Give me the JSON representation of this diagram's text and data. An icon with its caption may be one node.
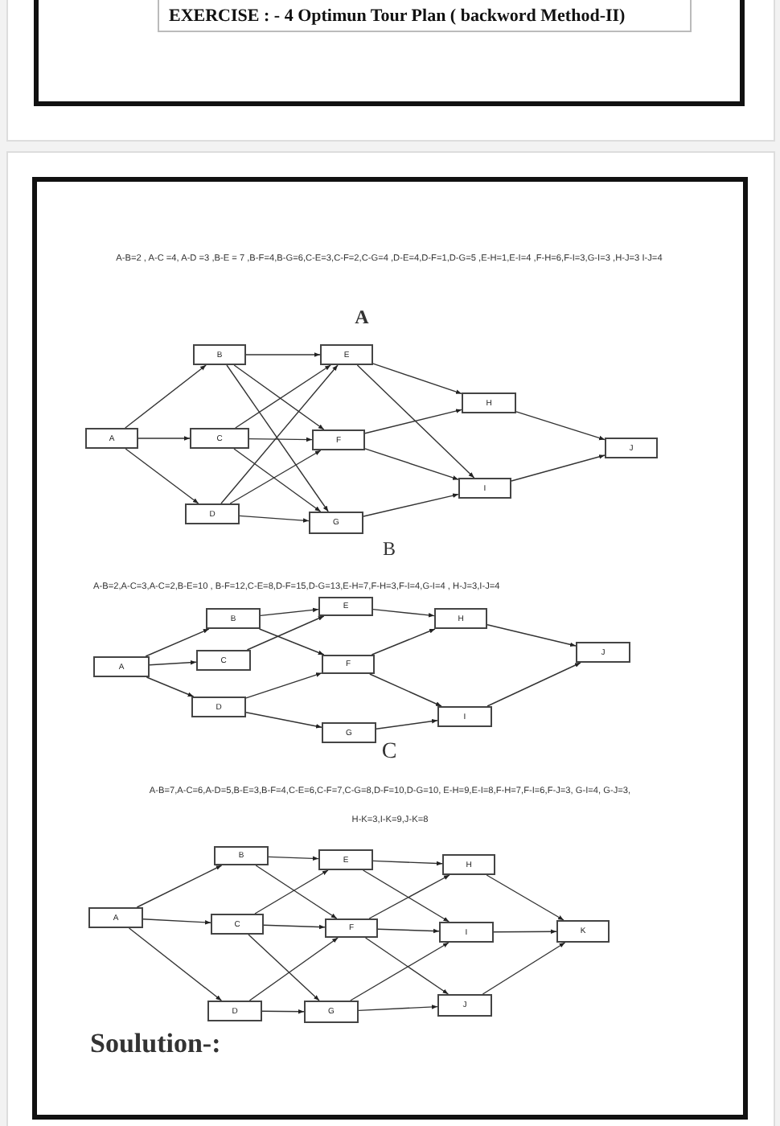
{
  "diagram": {
    "title": "EXERCISE : - 4 Optimun Tour Plan ( backword Method-II)",
    "nodes": [
      {
        "text": [
          "A"
        ]
      },
      {
        "text": [
          "B"
        ]
      },
      {
        "text": [
          "C"
        ]
      },
      {
        "text": [
          "D"
        ]
      },
      {
        "text": [
          "E"
        ]
      },
      {
        "text": [
          "F"
        ]
      },
      {
        "text": [
          "G"
        ]
      },
      {
        "text": [
          "H"
        ]
      },
      {
        "text": [
          "I"
        ]
      },
      {
        "text": [
          "J"
        ]
      },
      {
        "text": [
          "A"
        ]
      },
      {
        "text": [
          "B"
        ]
      },
      {
        "text": [
          "C"
        ]
      },
      {
        "text": [
          "D"
        ]
      },
      {
        "text": [
          "E"
        ]
      },
      {
        "text": [
          "F"
        ]
      },
      {
        "text": [
          "G"
        ]
      },
      {
        "text": [
          "H"
        ]
      },
      {
        "text": [
          "I"
        ]
      },
      {
        "text": [
          "J"
        ]
      },
      {
        "text": [
          "A"
        ]
      },
      {
        "text": [
          "B"
        ]
      },
      {
        "text": [
          "C"
        ]
      },
      {
        "text": [
          "D"
        ]
      },
      {
        "text": [
          "E"
        ]
      },
      {
        "text": [
          "F"
        ]
      },
      {
        "text": [
          "G"
        ]
      },
      {
        "text": [
          "H"
        ]
      },
      {
        "text": [
          "I"
        ]
      },
      {
        "text": [
          "J"
        ]
      },
      {
        "text": [
          "K"
        ]
      }
    ],
    "edges": [
      {
        "from": 0,
        "to": 1,
        "arrow": "to"
      },
      {
        "from": 0,
        "to": 2,
        "arrow": "to"
      },
      {
        "from": 0,
        "to": 3,
        "arrow": "to"
      },
      {
        "from": 1,
        "to": 4,
        "arrow": "to"
      },
      {
        "from": 1,
        "to": 5,
        "arrow": "to"
      },
      {
        "from": 1,
        "to": 6,
        "arrow": "to"
      },
      {
        "from": 2,
        "to": 4,
        "arrow": "to"
      },
      {
        "from": 2,
        "to": 5,
        "arrow": "to"
      },
      {
        "from": 2,
        "to": 6,
        "arrow": "to"
      },
      {
        "from": 3,
        "to": 4,
        "arrow": "to"
      },
      {
        "from": 3,
        "to": 5,
        "arrow": "to"
      },
      {
        "from": 3,
        "to": 6,
        "arrow": "to"
      },
      {
        "from": 4,
        "to": 7,
        "arrow": "to"
      },
      {
        "from": 4,
        "to": 8,
        "arrow": "to"
      },
      {
        "from": 5,
        "to": 7,
        "arrow": "to"
      },
      {
        "from": 5,
        "to": 8,
        "arrow": "to"
      },
      {
        "from": 6,
        "to": 8,
        "arrow": "to"
      },
      {
        "from": 7,
        "to": 9,
        "arrow": "to"
      },
      {
        "from": 8,
        "to": 9,
        "arrow": "to"
      },
      {
        "from": 10,
        "to": 11,
        "arrow": "to"
      },
      {
        "from": 10,
        "to": 12,
        "arrow": "to"
      },
      {
        "from": 10,
        "to": 13,
        "arrow": "to"
      },
      {
        "from": 11,
        "to": 14,
        "arrow": "to"
      },
      {
        "from": 11,
        "to": 15,
        "arrow": "to"
      },
      {
        "from": 12,
        "to": 14,
        "arrow": "to"
      },
      {
        "from": 13,
        "to": 15,
        "arrow": "to"
      },
      {
        "from": 13,
        "to": 16,
        "arrow": "to"
      },
      {
        "from": 14,
        "to": 17,
        "arrow": "to"
      },
      {
        "from": 15,
        "to": 17,
        "arrow": "to"
      },
      {
        "from": 15,
        "to": 18,
        "arrow": "to"
      },
      {
        "from": 16,
        "to": 18,
        "arrow": "to"
      },
      {
        "from": 17,
        "to": 19,
        "arrow": "to"
      },
      {
        "from": 18,
        "to": 19,
        "arrow": "to"
      },
      {
        "from": 20,
        "to": 21,
        "arrow": "to"
      },
      {
        "from": 20,
        "to": 22,
        "arrow": "to"
      },
      {
        "from": 20,
        "to": 23,
        "arrow": "to"
      },
      {
        "from": 21,
        "to": 24,
        "arrow": "to"
      },
      {
        "from": 21,
        "to": 25,
        "arrow": "to"
      },
      {
        "from": 22,
        "to": 24,
        "arrow": "to"
      },
      {
        "from": 22,
        "to": 25,
        "arrow": "to"
      },
      {
        "from": 22,
        "to": 26,
        "arrow": "to"
      },
      {
        "from": 23,
        "to": 25,
        "arrow": "to"
      },
      {
        "from": 23,
        "to": 26,
        "arrow": "to"
      },
      {
        "from": 24,
        "to": 27,
        "arrow": "to"
      },
      {
        "from": 24,
        "to": 28,
        "arrow": "to"
      },
      {
        "from": 25,
        "to": 27,
        "arrow": "to"
      },
      {
        "from": 25,
        "to": 28,
        "arrow": "to"
      },
      {
        "from": 25,
        "to": 29,
        "arrow": "to"
      },
      {
        "from": 26,
        "to": 28,
        "arrow": "to"
      },
      {
        "from": 26,
        "to": 29,
        "arrow": "to"
      },
      {
        "from": 27,
        "to": 30,
        "arrow": "to"
      },
      {
        "from": 28,
        "to": 30,
        "arrow": "to"
      },
      {
        "from": 29,
        "to": 30,
        "arrow": "to"
      }
    ],
    "labels": [
      "A-B=2 , A-C =4, A-D =3 ,B-E = 7 ,B-F=4,B-G=6,C-E=3,C-F=2,C-G=4 ,D-E=4,D-F=1,D-G=5 ,E-H=1,E-I=4 ,F-H=6,F-I=3,G-I=3 ,H-J=3 I-J=4",
      "A",
      "B",
      "A-B=2,A-C=3,A-C=2,B-E=10 , B-F=12,C-E=8,D-F=15,D-G=13,E-H=7,F-H=3,F-I=4,G-I=4 , H-J=3,I-J=4",
      "C",
      "A-B=7,A-C=6,A-D=5,B-E=3,B-F=4,C-E=6,C-F=7,C-G=8,D-F=10,D-G=10, E-H=9,E-I=8,F-H=7,F-I=6,F-J=3, G-I=4, G-J=3, H-K=3,I-K=9,J-K=8",
      "Soulution-:"
    ]
  }
}
